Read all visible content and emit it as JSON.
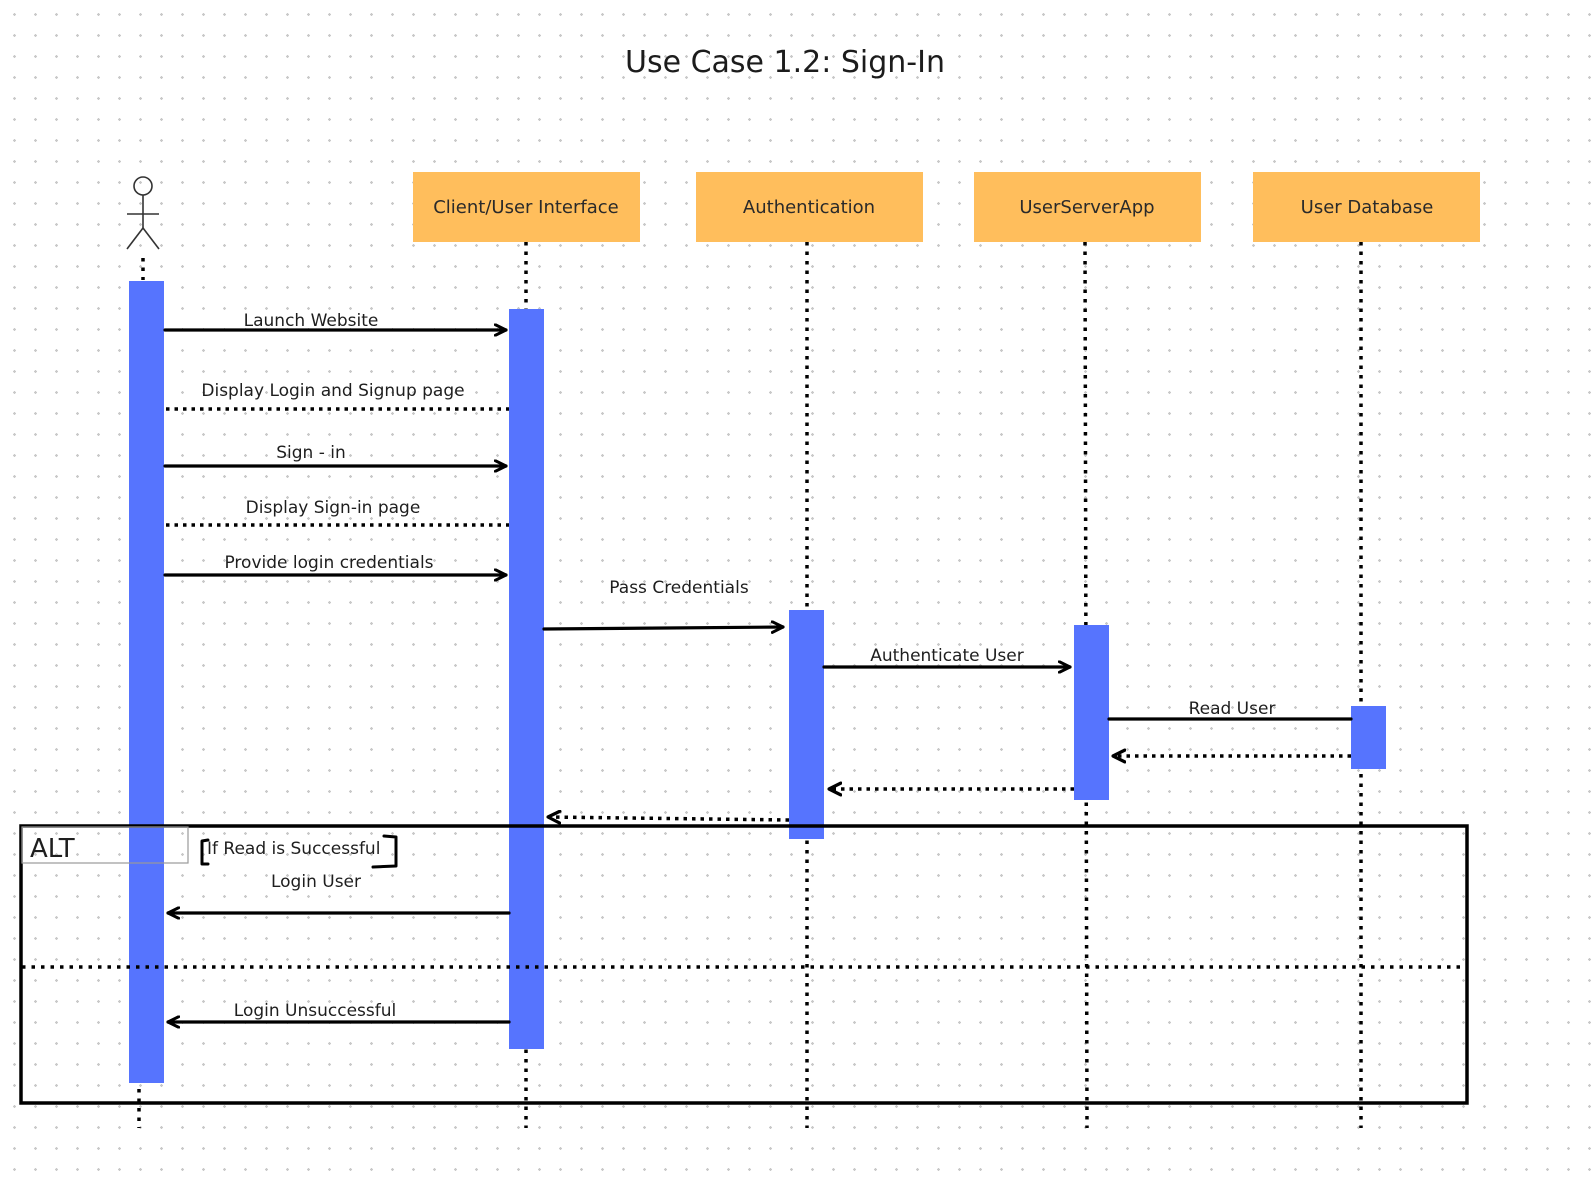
{
  "title": "Use Case 1.2: Sign-In",
  "colors": {
    "header_fill": "#FFBE5C",
    "activation_fill": "#5674FE",
    "line": "#000000"
  },
  "actor": {
    "icon": "stick-figure-icon"
  },
  "participants": [
    {
      "name": "Client/User Interface"
    },
    {
      "name": "Authentication"
    },
    {
      "name": "UserServerApp"
    },
    {
      "name": "User Database"
    }
  ],
  "messages": [
    {
      "label": "Launch Website",
      "from": "actor",
      "to": "Client/User Interface",
      "type": "sync"
    },
    {
      "label": "Display Login and Signup page",
      "from": "Client/User Interface",
      "to": "actor",
      "type": "return"
    },
    {
      "label": "Sign - in",
      "from": "actor",
      "to": "Client/User Interface",
      "type": "sync"
    },
    {
      "label": "Display Sign-in page",
      "from": "Client/User Interface",
      "to": "actor",
      "type": "return"
    },
    {
      "label": "Provide login credentials",
      "from": "actor",
      "to": "Client/User Interface",
      "type": "sync"
    },
    {
      "label": "Pass Credentials",
      "from": "Client/User Interface",
      "to": "Authentication",
      "type": "sync"
    },
    {
      "label": "Authenticate User",
      "from": "Authentication",
      "to": "UserServerApp",
      "type": "sync"
    },
    {
      "label": "Read User",
      "from": "UserServerApp",
      "to": "User Database",
      "type": "sync"
    },
    {
      "label": "",
      "from": "User Database",
      "to": "UserServerApp",
      "type": "return"
    },
    {
      "label": "",
      "from": "UserServerApp",
      "to": "Authentication",
      "type": "return"
    },
    {
      "label": "",
      "from": "Authentication",
      "to": "Client/User Interface",
      "type": "return"
    }
  ],
  "alt": {
    "label": "ALT",
    "guard": "If Read is Successful",
    "success_message": "Login User",
    "failure_message": "Login Unsuccessful"
  }
}
